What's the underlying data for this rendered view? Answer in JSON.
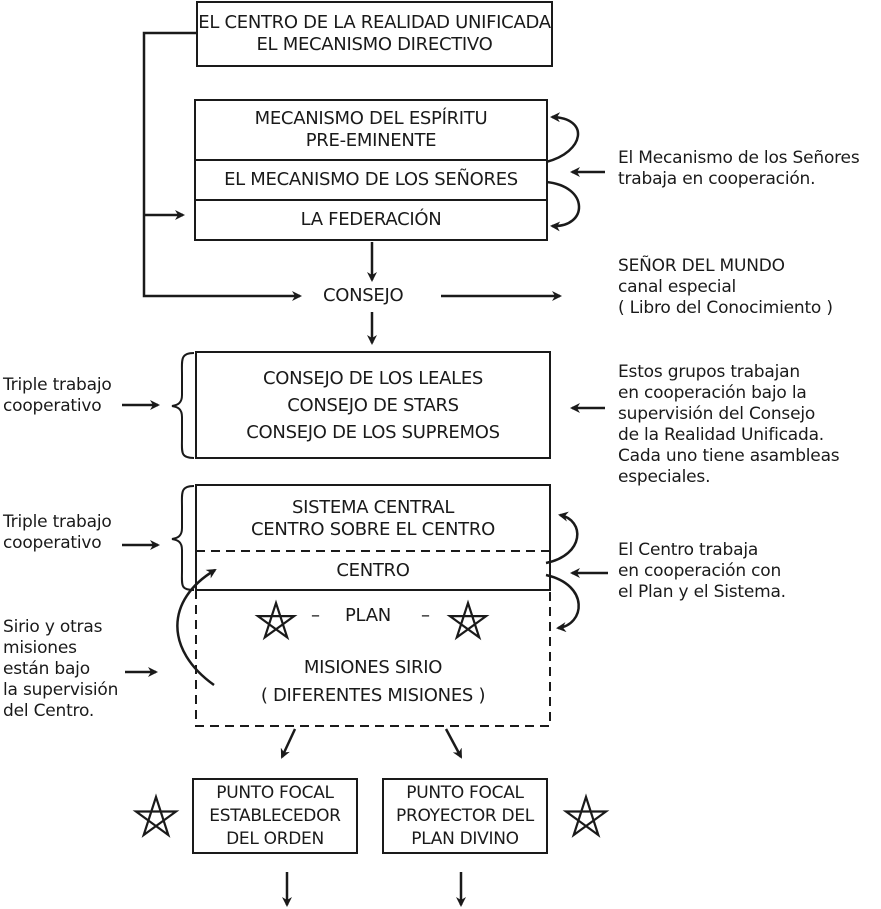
{
  "top_box": {
    "lines": [
      "EL CENTRO DE LA REALIDAD UNIFICADA",
      "EL MECANISMO DIRECTIVO"
    ]
  },
  "mechanism_stack": {
    "spirit": [
      "MECANISMO DEL ESPÍRITU",
      "PRE-EMINENTE"
    ],
    "lords": "EL MECANISMO DE LOS SEÑORES",
    "federation": "LA FEDERACIÓN"
  },
  "lords_note": {
    "lines": [
      "El Mecanismo de los Señores",
      "trabaja en cooperación."
    ]
  },
  "council": {
    "label": "CONSEJO"
  },
  "lord_of_world_note": {
    "lines": [
      "SEÑOR DEL MUNDO",
      "canal especial",
      "( Libro del Conocimiento )"
    ]
  },
  "councils_box": {
    "lines": [
      "CONSEJO DE LOS LEALES",
      "CONSEJO DE STARS",
      "CONSEJO DE LOS SUPREMOS"
    ]
  },
  "left_note_1": {
    "lines": [
      "Triple trabajo",
      "cooperativo"
    ]
  },
  "councils_note": {
    "lines": [
      "Estos grupos trabajan",
      "en cooperación bajo la",
      "supervisión del Consejo",
      "de la Realidad Unificada.",
      "Cada uno tiene asambleas",
      "especiales."
    ]
  },
  "system_box": {
    "system": [
      "SISTEMA CENTRAL",
      "CENTRO SOBRE EL CENTRO"
    ],
    "center": "CENTRO",
    "plan": "PLAN",
    "dash": "–",
    "missions": [
      "MISIONES SIRIO",
      "( DIFERENTES MISIONES )"
    ]
  },
  "left_note_2": {
    "lines": [
      "Triple trabajo",
      "cooperativo"
    ]
  },
  "center_note": {
    "lines": [
      "El Centro trabaja",
      "en cooperación con",
      "el Plan y el Sistema."
    ]
  },
  "sirius_note": {
    "lines": [
      "Sirio y otras",
      "misiones",
      "están bajo",
      "la supervisión",
      "del Centro."
    ]
  },
  "focal_points": [
    {
      "lines": [
        "PUNTO FOCAL",
        "ESTABLECEDOR",
        "DEL ORDEN"
      ]
    },
    {
      "lines": [
        "PUNTO FOCAL",
        "PROYECTOR DEL",
        "PLAN DIVINO"
      ]
    }
  ],
  "icons": {
    "star": "pentagram-star-icon"
  },
  "colors": {
    "ink": "#1a1a1a",
    "background": "#ffffff"
  }
}
